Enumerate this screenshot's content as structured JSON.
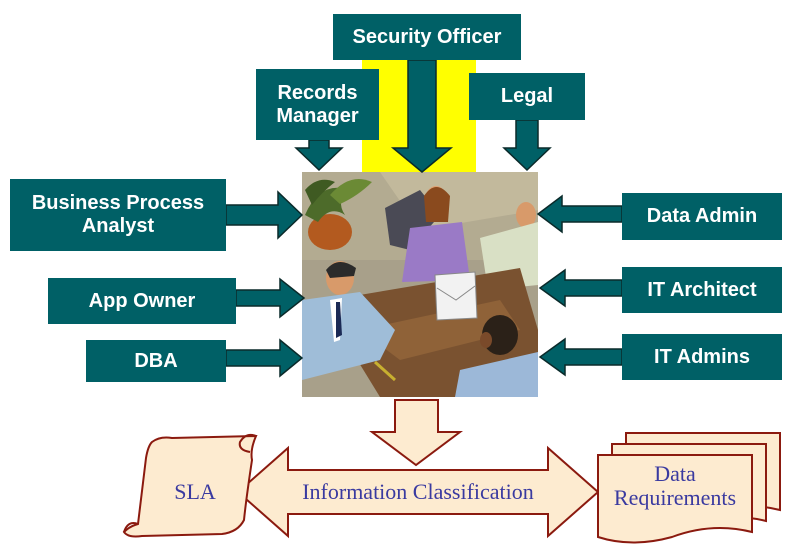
{
  "colors": {
    "box_fill": "#006066",
    "box_text": "#ffffff",
    "highlight": "#ffff00",
    "outcome_fill": "#fdebd0",
    "outcome_stroke": "#8b1a0f",
    "serif_text": "#3a3aa0"
  },
  "roles": {
    "security_officer": "Security Officer",
    "records_manager": "Records\nManager",
    "legal": "Legal",
    "business_process_analyst": "Business Process\nAnalyst",
    "app_owner": "App Owner",
    "dba": "DBA",
    "data_admin": "Data Admin",
    "it_architect": "IT Architect",
    "it_admins": "IT Admins"
  },
  "outcomes": {
    "sla": "SLA",
    "information_classification": "Information Classification",
    "data_requirements": "Data\nRequirements"
  },
  "center_image": "meeting-clipart"
}
